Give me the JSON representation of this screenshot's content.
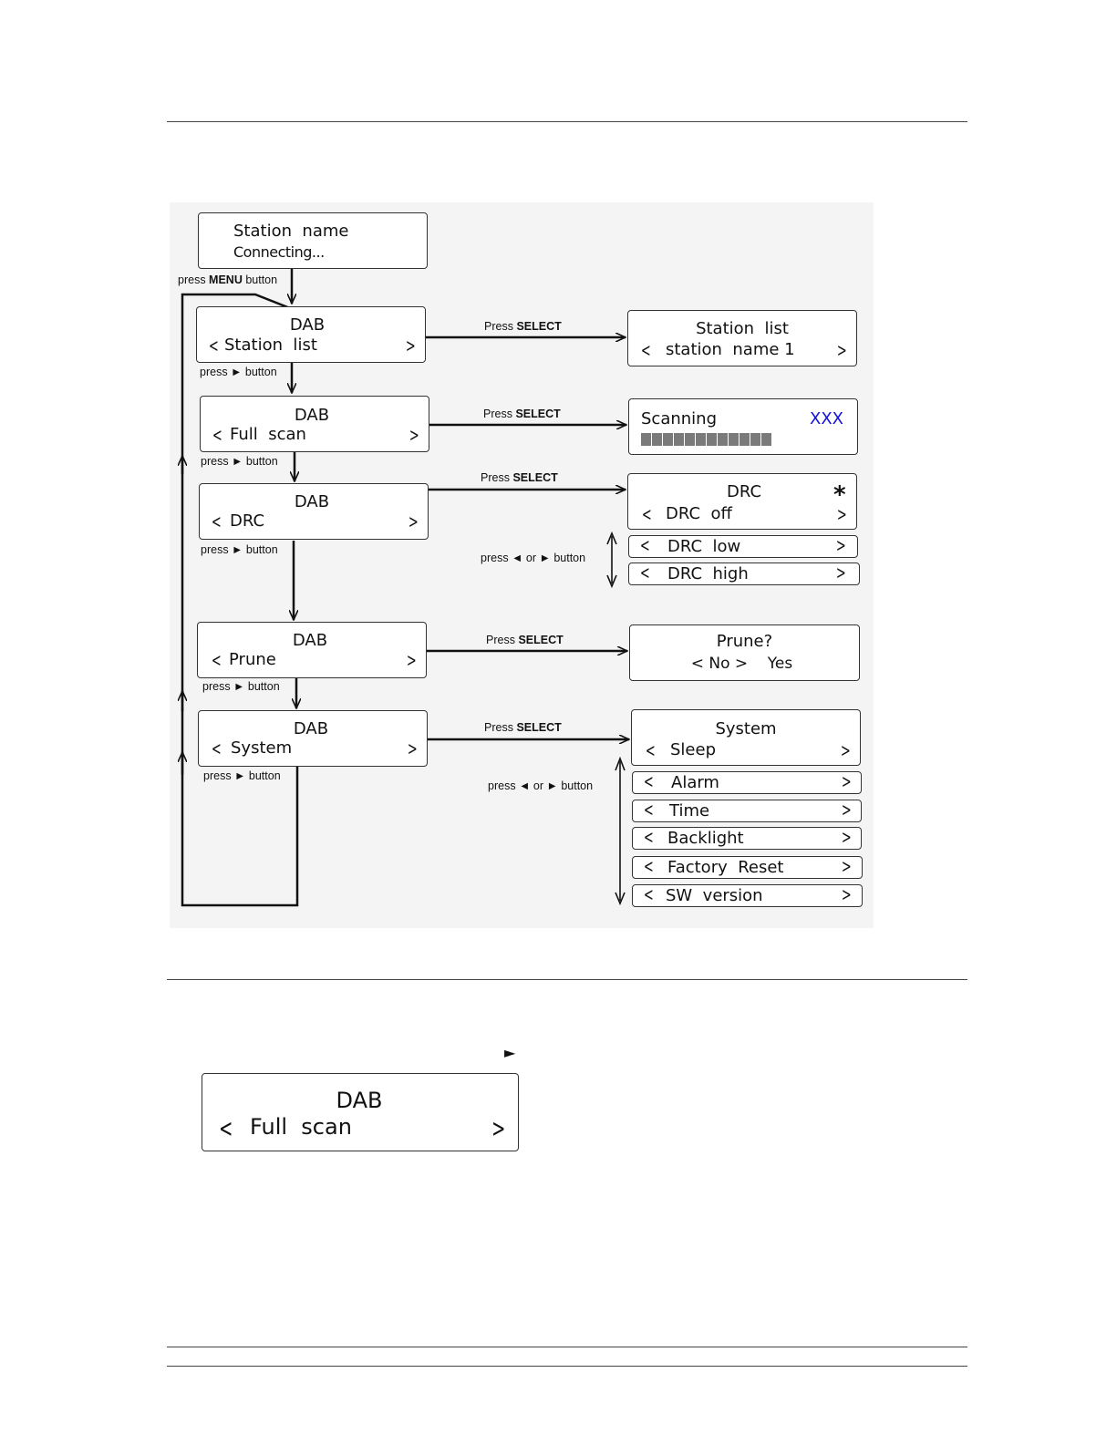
{
  "header_rule": true,
  "start_screen": {
    "line1": "Station  name",
    "line2": "Connecting..."
  },
  "menu_label": {
    "pre": "press ",
    "key": "MENU",
    "post": " button"
  },
  "press_button": {
    "pre": "press ",
    "post": " button"
  },
  "select_label": {
    "pre": "Press ",
    "key": "SELECT"
  },
  "nav_label": {
    "pre": "press ",
    "mid": " or ",
    "post": " button"
  },
  "glyphs": {
    "left": "<",
    "right": ">",
    "arrow_right": "►",
    "arrow_left": "◄",
    "check": "*"
  },
  "menu_items": [
    {
      "title": "DAB",
      "item": "Station  list"
    },
    {
      "title": "DAB",
      "item": "Full  scan"
    },
    {
      "title": "DAB",
      "item": "DRC"
    },
    {
      "title": "DAB",
      "item": "Prune"
    },
    {
      "title": "DAB",
      "item": "System"
    }
  ],
  "results": {
    "station_list": {
      "title": "Station  list",
      "item": "station  name 1"
    },
    "scanning": {
      "label": "Scanning",
      "count": "XXX",
      "count_color": "#1010e0",
      "progress_blocks": 12
    },
    "drc": {
      "title": "DRC",
      "item": "DRC  off",
      "options": [
        "DRC  low",
        "DRC  high"
      ]
    },
    "prune": {
      "title": "Prune?",
      "options": "< No >    Yes"
    },
    "system": {
      "title": "System",
      "item": "Sleep",
      "options": [
        "Alarm",
        "Time",
        "Backlight",
        "Factory  Reset",
        "SW  version"
      ]
    }
  },
  "example": {
    "arrow": "►",
    "title": "DAB",
    "item": "Full  scan"
  }
}
